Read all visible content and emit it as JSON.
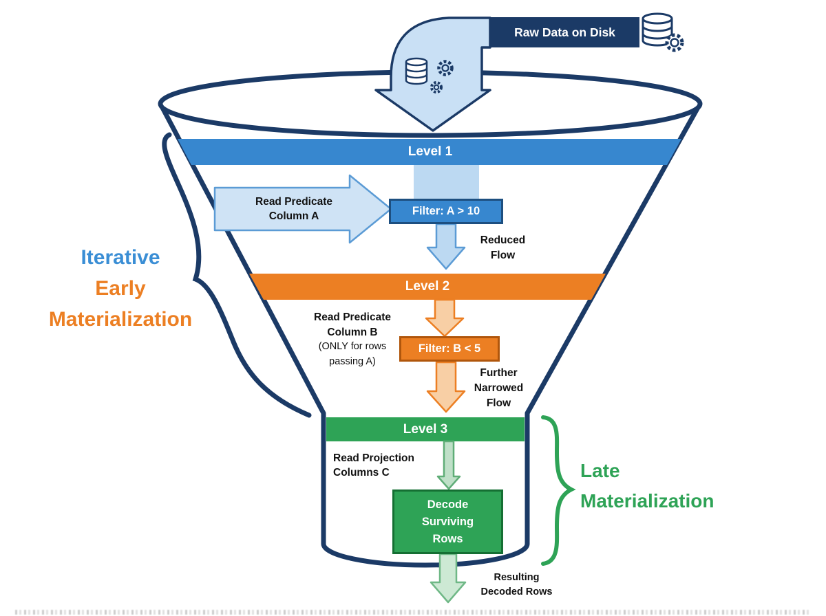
{
  "palette": {
    "navy": "#1b3a66",
    "band_blue": "#3787cf",
    "light_blue": "#cfe3f5",
    "band_orange": "#ec7f23",
    "light_orange": "#f8cfa5",
    "band_green": "#2ea356",
    "light_green": "#cde9d4",
    "title_blue": "#3a8ed5"
  },
  "source": {
    "label": "Raw Data on Disk"
  },
  "left_annotation": {
    "line1": "Iterative",
    "line2": "Early",
    "line3": "Materialization"
  },
  "right_annotation": {
    "line1": "Late",
    "line2": "Materialization"
  },
  "level1": {
    "band": "Level 1",
    "read1": "Read Predicate",
    "read2": "Column A",
    "filter": "Filter: A > 10",
    "flow1": "Reduced",
    "flow2": "Flow"
  },
  "level2": {
    "band": "Level 2",
    "read1": "Read Predicate",
    "read2": "Column B",
    "read3": "(ONLY for rows",
    "read4": "passing A)",
    "filter": "Filter: B < 5",
    "flow1": "Further",
    "flow2": "Narrowed",
    "flow3": "Flow"
  },
  "level3": {
    "band": "Level 3",
    "read1": "Read Projection",
    "read2": "Columns C",
    "decode1": "Decode",
    "decode2": "Surviving",
    "decode3": "Rows",
    "flow1": "Resulting",
    "flow2": "Decoded Rows"
  }
}
